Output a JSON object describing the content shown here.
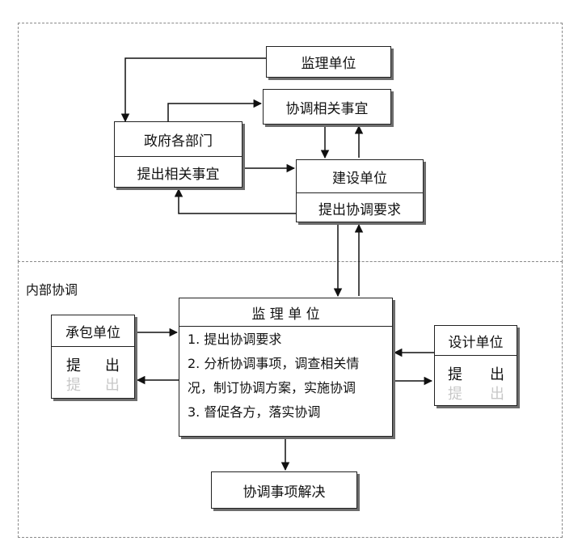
{
  "regions": {
    "internal_label": "内部协调"
  },
  "nodes": {
    "supervisor_top": "监理单位",
    "coord_matters": "协调相关事宜",
    "gov": {
      "title": "政府各部门",
      "sub": "提出相关事宜"
    },
    "builder": {
      "title": "建设单位",
      "sub": "提出协调要求"
    },
    "supervisor_main": {
      "title": "监 理 单 位",
      "lines": [
        "1. 提出协调要求",
        "2. 分析协调事项，调查相关情",
        "况，制订协调方案，实施协调",
        "3. 督促各方，落实协调"
      ]
    },
    "contractor": {
      "title": "承包单位",
      "sub_left": "提",
      "sub_right": "出"
    },
    "designer": {
      "title": "设计单位",
      "sub_left": "提",
      "sub_right": "出"
    },
    "resolved": "协调事项解决"
  }
}
